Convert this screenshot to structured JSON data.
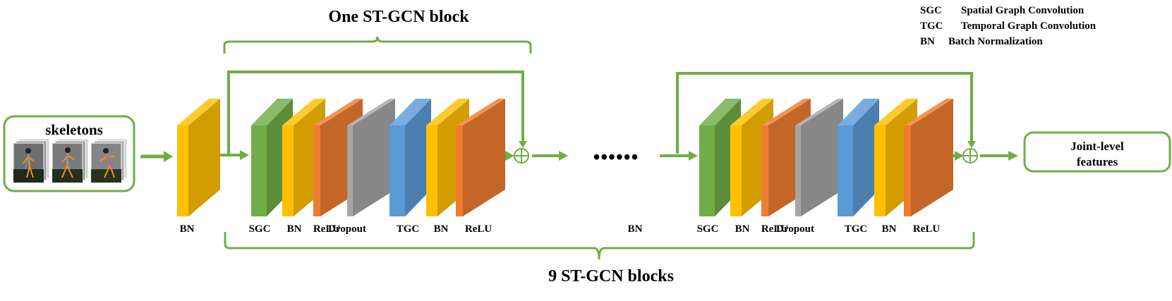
{
  "title_top": "One ST-GCN block",
  "title_bottom": "9 ST-GCN blocks",
  "legend": [
    {
      "abbr": "SGC",
      "text": "Spatial Graph Convolution"
    },
    {
      "abbr": "TGC",
      "text": "Temporal Graph Convolution"
    },
    {
      "abbr": "BN",
      "text": "Batch Normalization"
    }
  ],
  "input_box": {
    "label": "skeletons",
    "image_count": 3
  },
  "output_box": {
    "line1": "Joint-level",
    "line2": "features"
  },
  "first_bn": {
    "label": "BN",
    "color": "#ffc000"
  },
  "ellipsis": "••••••",
  "middle_bn_label": "BN",
  "block_layers": [
    {
      "label": "SGC",
      "color": "#70ad47"
    },
    {
      "label": "BN",
      "color": "#ffc000"
    },
    {
      "label": "ReLU",
      "color": "#ed7d31"
    },
    {
      "label": "Dropout",
      "color": "#a5a5a5"
    },
    {
      "label": "TGC",
      "color": "#5b9bd5"
    },
    {
      "label": "BN",
      "color": "#ffc000"
    },
    {
      "label": "ReLU",
      "color": "#ed7d31"
    }
  ],
  "colors": {
    "accent": "#70ad47",
    "text": "#000000"
  },
  "add_symbol": "⊕"
}
